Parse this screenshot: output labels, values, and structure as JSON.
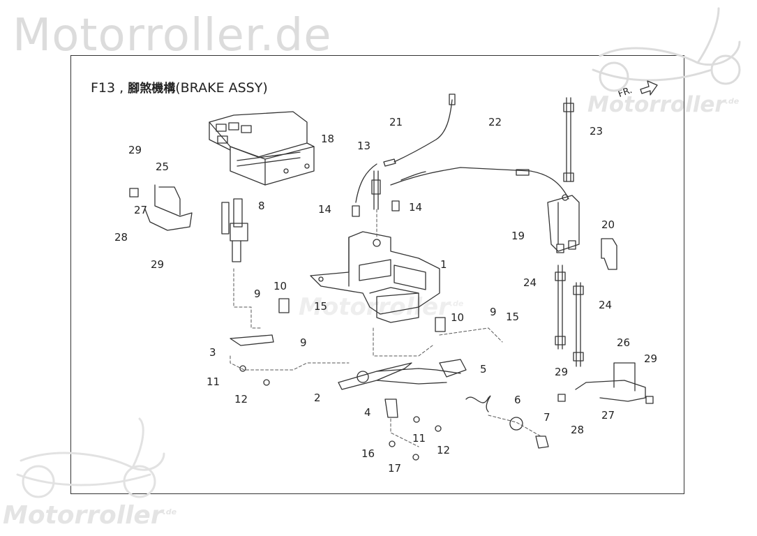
{
  "watermarks": {
    "top": "Motorroller.de",
    "right": "Motorroller",
    "right_sup": ".de",
    "middle": "Motorroller",
    "middle_sup": ".de",
    "bottom_left": "Motorroller",
    "bottom_left_sup": ".de"
  },
  "diagram": {
    "code": "F13 ,",
    "title_cn": "腳煞機構",
    "title_en": "(BRAKE  ASSY)",
    "front_label": "FR.",
    "callouts": [
      {
        "label": "1"
      },
      {
        "label": "2"
      },
      {
        "label": "3"
      },
      {
        "label": "4"
      },
      {
        "label": "5"
      },
      {
        "label": "6"
      },
      {
        "label": "7"
      },
      {
        "label": "8"
      },
      {
        "label": "9"
      },
      {
        "label": "9"
      },
      {
        "label": "9"
      },
      {
        "label": "10"
      },
      {
        "label": "10"
      },
      {
        "label": "11"
      },
      {
        "label": "11"
      },
      {
        "label": "12"
      },
      {
        "label": "12"
      },
      {
        "label": "13"
      },
      {
        "label": "14"
      },
      {
        "label": "14"
      },
      {
        "label": "15"
      },
      {
        "label": "15"
      },
      {
        "label": "16"
      },
      {
        "label": "17"
      },
      {
        "label": "18"
      },
      {
        "label": "19"
      },
      {
        "label": "20"
      },
      {
        "label": "21"
      },
      {
        "label": "22"
      },
      {
        "label": "23"
      },
      {
        "label": "24"
      },
      {
        "label": "24"
      },
      {
        "label": "25"
      },
      {
        "label": "26"
      },
      {
        "label": "27"
      },
      {
        "label": "27"
      },
      {
        "label": "28"
      },
      {
        "label": "28"
      },
      {
        "label": "29"
      },
      {
        "label": "29"
      },
      {
        "label": "29"
      },
      {
        "label": "29"
      }
    ]
  }
}
